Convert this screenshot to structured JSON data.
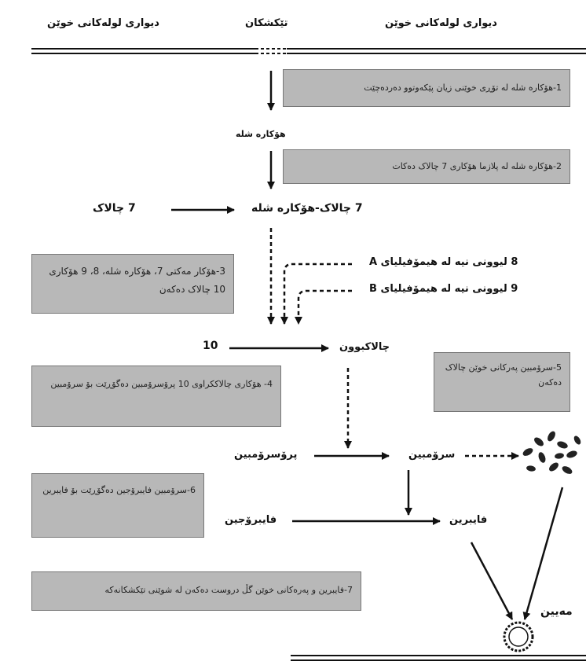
{
  "top": {
    "wall_left": "دیواری لولەکانی خوێن",
    "injury": "تێکشکان",
    "wall_right": "دیواری لولەکانی خوێن"
  },
  "bottom": {
    "clot": "مەیین"
  },
  "molecules": {
    "factor12": "هۆکارە شلە",
    "factor7_label": "7 چالاک",
    "factor7_complex": "7 چالاک-هۆکارە شلە",
    "haemo_a": "8 لیوونی نیە لە هیمۆفیلیای A",
    "haemo_b": "9 لیوونی نیە لە هیمۆفیلیای B",
    "factor10": "10",
    "activated": "چالاکبوون",
    "prothrombin": "پرۆسرۆمبین",
    "thrombin": "سرۆمبین",
    "fibrinogen": "فایبرۆجین",
    "fibrin": "فایبرین"
  },
  "steps": [
    "1-هۆکارە شلە لە تۆڕی خوێنی زیان پێکەوتوو دەردەچێت",
    "2-هۆکارە شلە لە پلازما هۆکاری 7 چالاک دەکات",
    "3-هۆکار مەکتی 7، هۆکارە شلە، 8، 9 هۆکاری 10 چالاک دەکەن",
    "4- هۆکاری چالاککراوی 10 پرۆسرۆمبین دەگۆڕێت بۆ سرۆمبین",
    "5-سرۆمبین پەرکانی خوێن چالاک دەکەن",
    "6-سرۆمبین فایبرۆجین دەگۆڕێت بۆ فایبرین",
    "7-فایبرین و پەرەکانی خوێن گڵ دروست دەکەن لە شوێنی تێکشکانەکە"
  ]
}
